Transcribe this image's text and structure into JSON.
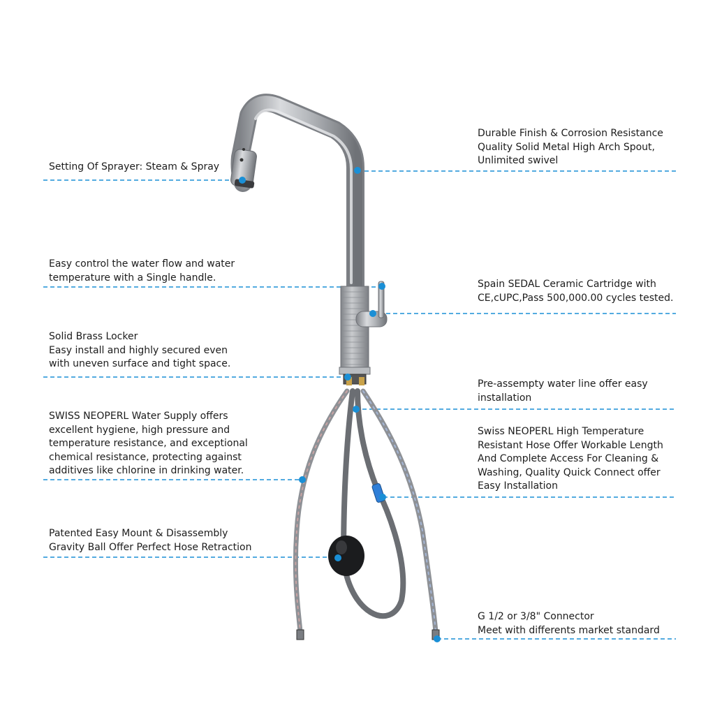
{
  "accent_color": "#1a8fd6",
  "callouts": {
    "sprayer": {
      "lines": [
        "Setting Of Sprayer: Steam & Spray"
      ]
    },
    "handle": {
      "lines": [
        "Easy control the water flow and water",
        "temperature with a Single handle."
      ]
    },
    "locker": {
      "lines": [
        "Solid Brass Locker",
        "Easy install and highly secured even",
        "with uneven surface and tight space."
      ]
    },
    "water_supply": {
      "lines": [
        "SWISS NEOPERL Water Supply offers",
        "excellent hygiene, high pressure and",
        "temperature resistance, and exceptional",
        "chemical resistance, protecting against",
        "additives like chlorine in drinking water."
      ]
    },
    "gravity_ball": {
      "lines": [
        "Patented Easy Mount & Disassembly",
        "Gravity Ball Offer Perfect Hose Retraction"
      ]
    },
    "spout": {
      "lines": [
        "Durable Finish & Corrosion Resistance",
        "Quality Solid Metal High Arch Spout,",
        "Unlimited swivel"
      ]
    },
    "cartridge": {
      "lines": [
        "Spain SEDAL Ceramic Cartridge with",
        "CE,cUPC,Pass 500,000.00 cycles tested."
      ]
    },
    "water_line": {
      "lines": [
        "Pre-assempty water line offer easy",
        "installation"
      ]
    },
    "hose": {
      "lines": [
        "Swiss NEOPERL High Temperature",
        "Resistant Hose Offer Workable Length",
        "And Complete Access For Cleaning &",
        "Washing, Quality Quick Connect offer",
        "Easy Installation"
      ]
    },
    "connector": {
      "lines": [
        "G 1/2 or 3/8\" Connector",
        "Meet with differents market standard"
      ]
    }
  }
}
